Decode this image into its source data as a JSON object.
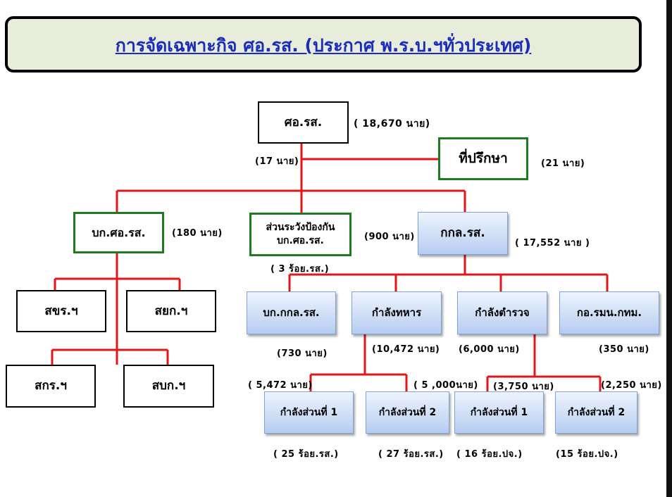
{
  "title": "การจัดเฉพาะกิจ ศอ.รส. (ประกาศ พ.ร.บ.ฯทั่วประเทศ)",
  "nodes": {
    "so_rs": "ศอ.รส.",
    "advisor": "ที่ปรึกษา",
    "bk_so_rs": "บก.ศอ.รส.",
    "protection_line1": "ส่วนระวังป้องกัน",
    "protection_line2": "บก.ศอ.รส.",
    "kkl_rs": "กกล.รส.",
    "skhr": "สขร.ฯ",
    "syk": "สยก.ฯ",
    "skr": "สกร.ฯ",
    "sbk": "สบก.ฯ",
    "bk_kkl_rs": "บก.กกล.รส.",
    "military": "กำลังทหาร",
    "police": "กำลังตำรวจ",
    "ko_rmn": "กอ.รมน.กทม.",
    "mil_unit1": "กำลังส่วนที่ 1",
    "mil_unit2": "กำลังส่วนที่ 2",
    "pol_unit1": "กำลังส่วนที่ 1",
    "pol_unit2": "กำลังส่วนที่ 2"
  },
  "labels": {
    "so_rs_count": "( 18,670 นาย)",
    "so_rs_staff": "(17 นาย)",
    "advisor_count": "(21 นาย)",
    "bk_so_rs_count": "(180 นาย)",
    "protection_unit": "( 3 ร้อย.รส.)",
    "kkl_left": "(900 นาย)",
    "kkl_right": "( 17,552 นาย )",
    "bk_kkl_count": "(730 นาย)",
    "military_count": "(10,472 นาย)",
    "police_count": "(6,000 นาย)",
    "ko_rmn_count": "(350 นาย)",
    "mil_unit1_count": "( 5,472 นาย)",
    "mil_unit2_count": "( 5 ,000นาย)",
    "pol_unit1_count": "(3,750 นาย)",
    "pol_unit2_count": "(2,250 นาย)",
    "mil_unit1_companies": "( 25  ร้อย.รส.)",
    "mil_unit2_companies": "( 27 ร้อย.รส.)",
    "pol_unit1_companies": "( 16 ร้อย.ปจ.)",
    "pol_unit2_companies": "(15 ร้อย.ปจ.)"
  },
  "colors": {
    "connector": "#e0161b",
    "title_text": "#1b2db8",
    "title_bg": "#e7ecdb",
    "green_border": "#1f7a22"
  }
}
